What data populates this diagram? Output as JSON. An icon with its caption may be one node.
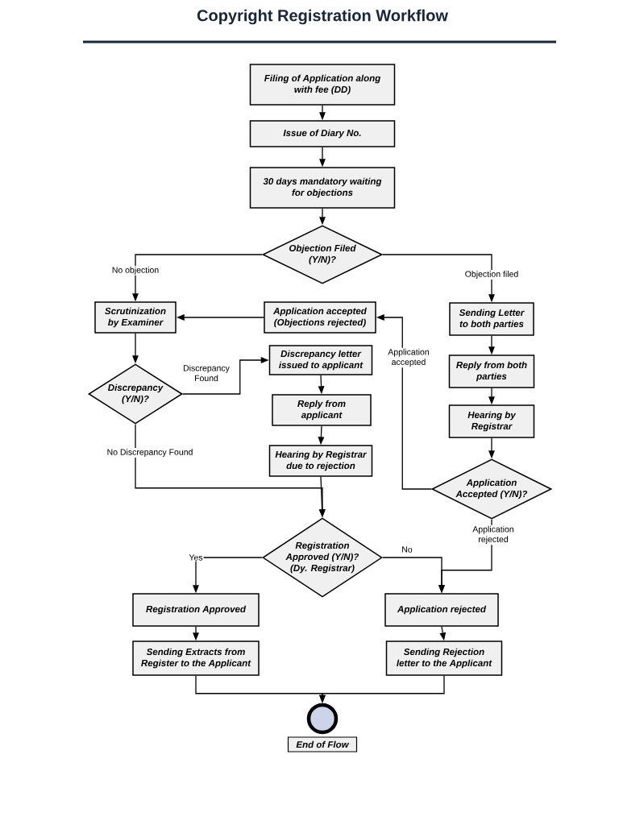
{
  "diagram": {
    "title": "Copyright Registration Workflow",
    "nodes": [
      {
        "text": [
          "Filing of Application along with fee (DD)"
        ]
      },
      {
        "text": [
          "Issue of Diary No."
        ]
      },
      {
        "text": [
          "30 days mandatory waiting for objections"
        ]
      },
      {
        "text": [
          "Objection Filed (Y/N)?"
        ]
      },
      {
        "text": [
          "Scrutinization by Examiner"
        ]
      },
      {
        "text": [
          "Application accepted (Objections rejected)"
        ]
      },
      {
        "text": [
          "Sending Letter to both parties"
        ]
      },
      {
        "text": [
          "Discrepancy (Y/N)?"
        ]
      },
      {
        "text": [
          "Discrepancy letter issued to applicant"
        ]
      },
      {
        "text": [
          "Reply from applicant"
        ]
      },
      {
        "text": [
          "Reply from both parties"
        ]
      },
      {
        "text": [
          "Hearing by Registrar"
        ]
      },
      {
        "text": [
          "Hearing by Registrar due to rejection"
        ]
      },
      {
        "text": [
          "Application Accepted (Y/N)?"
        ]
      },
      {
        "text": [
          "Registration Approved (Y/N)? (Dy. Registrar)"
        ]
      },
      {
        "text": [
          "Registration Approved"
        ]
      },
      {
        "text": [
          "Application rejected"
        ]
      },
      {
        "text": [
          "Sending Extracts from Register to the Applicant"
        ]
      },
      {
        "text": [
          "Sending Rejection letter to the Applicant"
        ]
      },
      {
        "text": [],
        "shape": "circle"
      },
      {
        "text": [
          "End of Flow"
        ]
      }
    ],
    "edges": [
      {
        "from": 0,
        "to": 1,
        "arrow": "to"
      },
      {
        "from": 1,
        "to": 2,
        "arrow": "to"
      },
      {
        "from": 2,
        "to": 3,
        "arrow": "to"
      },
      {
        "from": 3,
        "to": 4,
        "arrow": "to",
        "label": "No objection"
      },
      {
        "from": 3,
        "to": 6,
        "arrow": "to",
        "label": "Objection filed"
      },
      {
        "from": 5,
        "to": 4,
        "arrow": "to"
      },
      {
        "from": 4,
        "to": 7,
        "arrow": "to"
      },
      {
        "from": 7,
        "to": 8,
        "arrow": "to",
        "label": "Discrepancy Found"
      },
      {
        "from": 8,
        "to": 9,
        "arrow": "to"
      },
      {
        "from": 9,
        "to": 12,
        "arrow": "to"
      },
      {
        "from": 12,
        "to": 14,
        "arrow": "to"
      },
      {
        "from": 7,
        "to": 14,
        "arrow": "to",
        "label": "No Discrepancy Found"
      },
      {
        "from": 6,
        "to": 10,
        "arrow": "to"
      },
      {
        "from": 10,
        "to": 11,
        "arrow": "to"
      },
      {
        "from": 11,
        "to": 13,
        "arrow": "to"
      },
      {
        "from": 13,
        "to": 5,
        "arrow": "to",
        "label": "Application accepted"
      },
      {
        "from": 13,
        "to": 16,
        "arrow": "to",
        "label": "Application rejected"
      },
      {
        "from": 14,
        "to": 15,
        "arrow": "to",
        "label": "Yes"
      },
      {
        "from": 14,
        "to": 16,
        "arrow": "to",
        "label": "No"
      },
      {
        "from": 15,
        "to": 17,
        "arrow": "to"
      },
      {
        "from": 16,
        "to": 18,
        "arrow": "to"
      },
      {
        "from": 17,
        "to": 19,
        "arrow": "to"
      },
      {
        "from": 18,
        "to": 19,
        "arrow": "to"
      }
    ]
  }
}
